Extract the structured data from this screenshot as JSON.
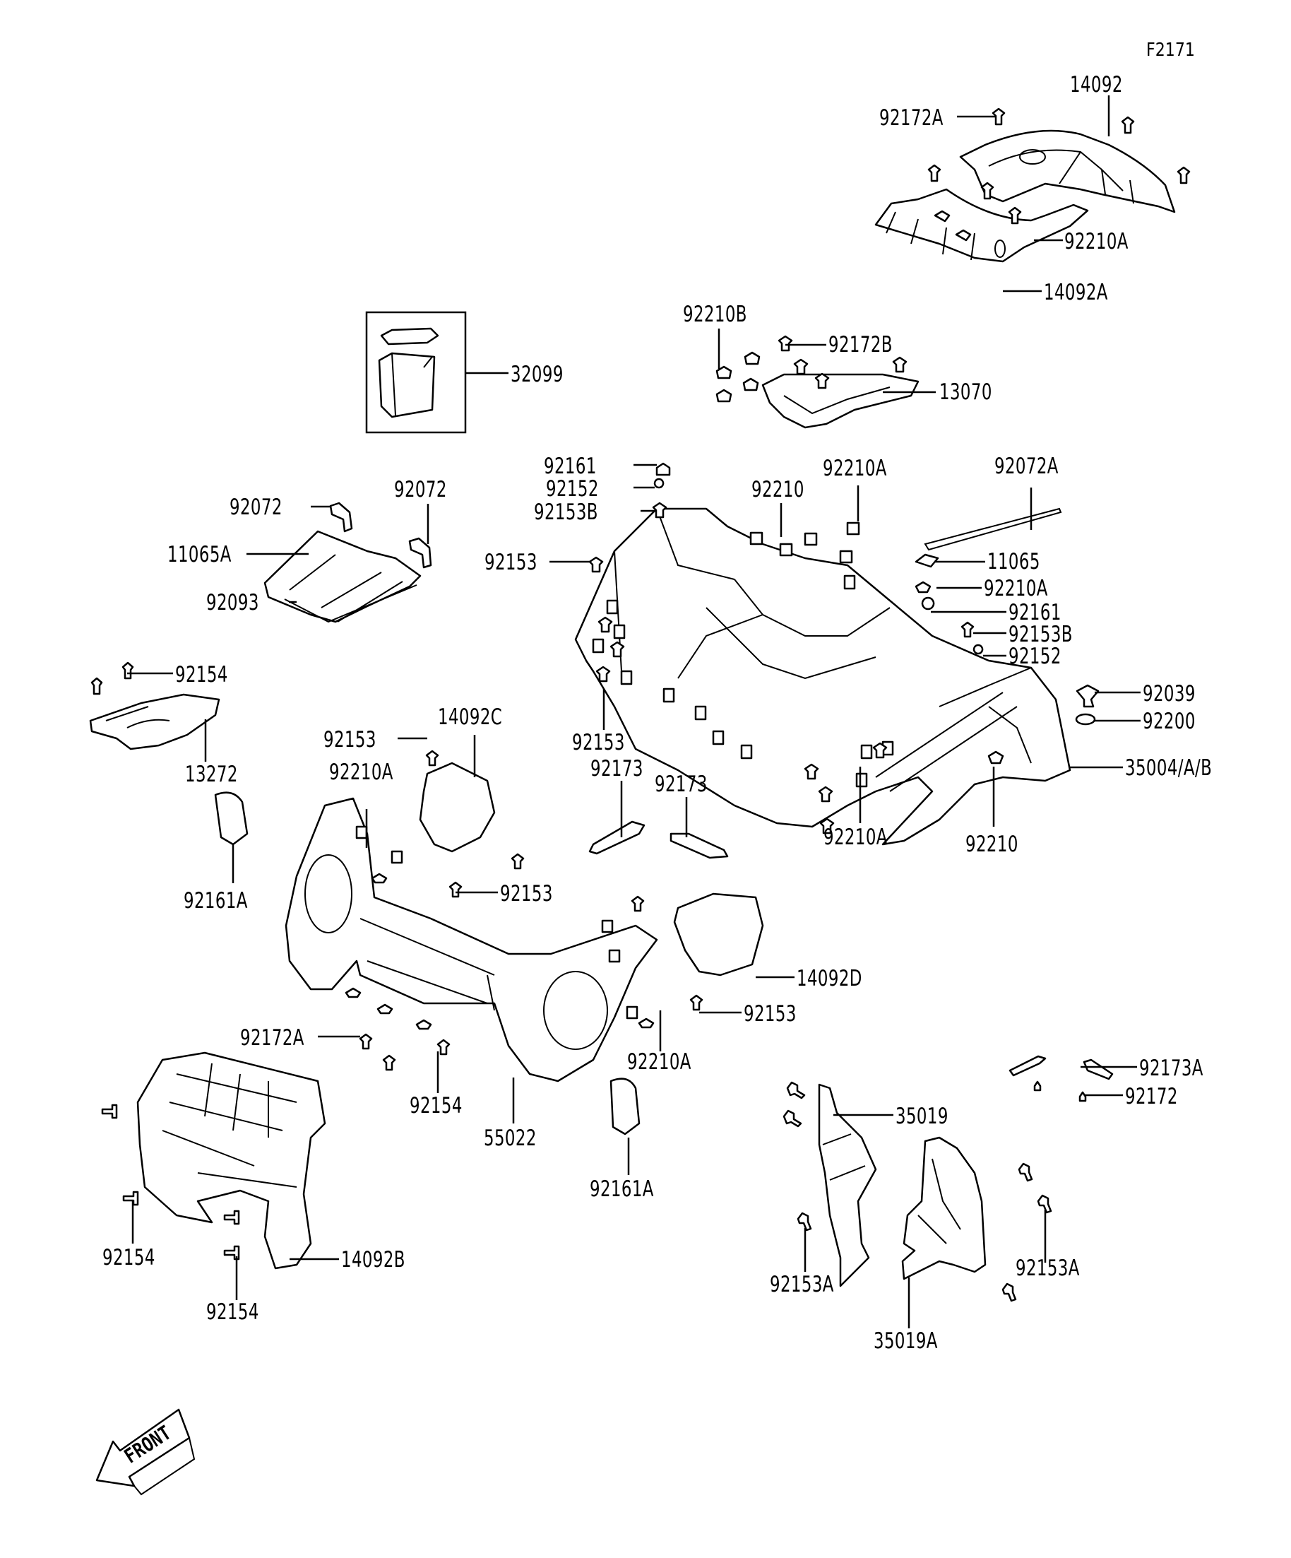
{
  "figure_id": "F2171",
  "front_arrow_label": "FRONT",
  "labels": [
    {
      "id": "l-14092",
      "text": "14092"
    },
    {
      "id": "l-92172A-top",
      "text": "92172A"
    },
    {
      "id": "l-92210A-top",
      "text": "92210A"
    },
    {
      "id": "l-14092A",
      "text": "14092A"
    },
    {
      "id": "l-92210B",
      "text": "92210B"
    },
    {
      "id": "l-92172B",
      "text": "92172B"
    },
    {
      "id": "l-13070",
      "text": "13070"
    },
    {
      "id": "l-32099",
      "text": "32099"
    },
    {
      "id": "l-92161",
      "text": "92161"
    },
    {
      "id": "l-92152",
      "text": "92152"
    },
    {
      "id": "l-92153B",
      "text": "92153B"
    },
    {
      "id": "l-92210-top",
      "text": "92210"
    },
    {
      "id": "l-92210A-mid",
      "text": "92210A"
    },
    {
      "id": "l-92072A",
      "text": "92072A"
    },
    {
      "id": "l-92072-left",
      "text": "92072"
    },
    {
      "id": "l-92072-right",
      "text": "92072"
    },
    {
      "id": "l-11065A",
      "text": "11065A"
    },
    {
      "id": "l-92093",
      "text": "92093"
    },
    {
      "id": "l-92153-top",
      "text": "92153"
    },
    {
      "id": "l-11065",
      "text": "11065"
    },
    {
      "id": "l-92210A-right",
      "text": "92210A"
    },
    {
      "id": "l-92161-right",
      "text": "92161"
    },
    {
      "id": "l-92153B-right",
      "text": "92153B"
    },
    {
      "id": "l-92152-right",
      "text": "92152"
    },
    {
      "id": "l-92154-top",
      "text": "92154"
    },
    {
      "id": "l-92039",
      "text": "92039"
    },
    {
      "id": "l-92200",
      "text": "92200"
    },
    {
      "id": "l-13272",
      "text": "13272"
    },
    {
      "id": "l-14092C",
      "text": "14092C"
    },
    {
      "id": "l-92153-c",
      "text": "92153"
    },
    {
      "id": "l-92153-mid",
      "text": "92153"
    },
    {
      "id": "l-92173-a",
      "text": "92173"
    },
    {
      "id": "l-92173-b",
      "text": "92173"
    },
    {
      "id": "l-35004",
      "text": "35004/A/B"
    },
    {
      "id": "l-92210A-left",
      "text": "92210A"
    },
    {
      "id": "l-92210A-lowmid",
      "text": "92210A"
    },
    {
      "id": "l-92210-right",
      "text": "92210"
    },
    {
      "id": "l-92161A-left",
      "text": "92161A"
    },
    {
      "id": "l-92153-center",
      "text": "92153"
    },
    {
      "id": "l-14092D",
      "text": "14092D"
    },
    {
      "id": "l-92153-d",
      "text": "92153"
    },
    {
      "id": "l-92172A-low",
      "text": "92172A"
    },
    {
      "id": "l-92210A-low",
      "text": "92210A"
    },
    {
      "id": "l-92154-mid",
      "text": "92154"
    },
    {
      "id": "l-55022",
      "text": "55022"
    },
    {
      "id": "l-92161A-mid",
      "text": "92161A"
    },
    {
      "id": "l-92173A",
      "text": "92173A"
    },
    {
      "id": "l-92172",
      "text": "92172"
    },
    {
      "id": "l-35019",
      "text": "35019"
    },
    {
      "id": "l-92153A-left",
      "text": "92153A"
    },
    {
      "id": "l-92153A-right",
      "text": "92153A"
    },
    {
      "id": "l-35019A",
      "text": "35019A"
    },
    {
      "id": "l-92154-low1",
      "text": "92154"
    },
    {
      "id": "l-92154-low2",
      "text": "92154"
    },
    {
      "id": "l-14092B",
      "text": "14092B"
    }
  ]
}
